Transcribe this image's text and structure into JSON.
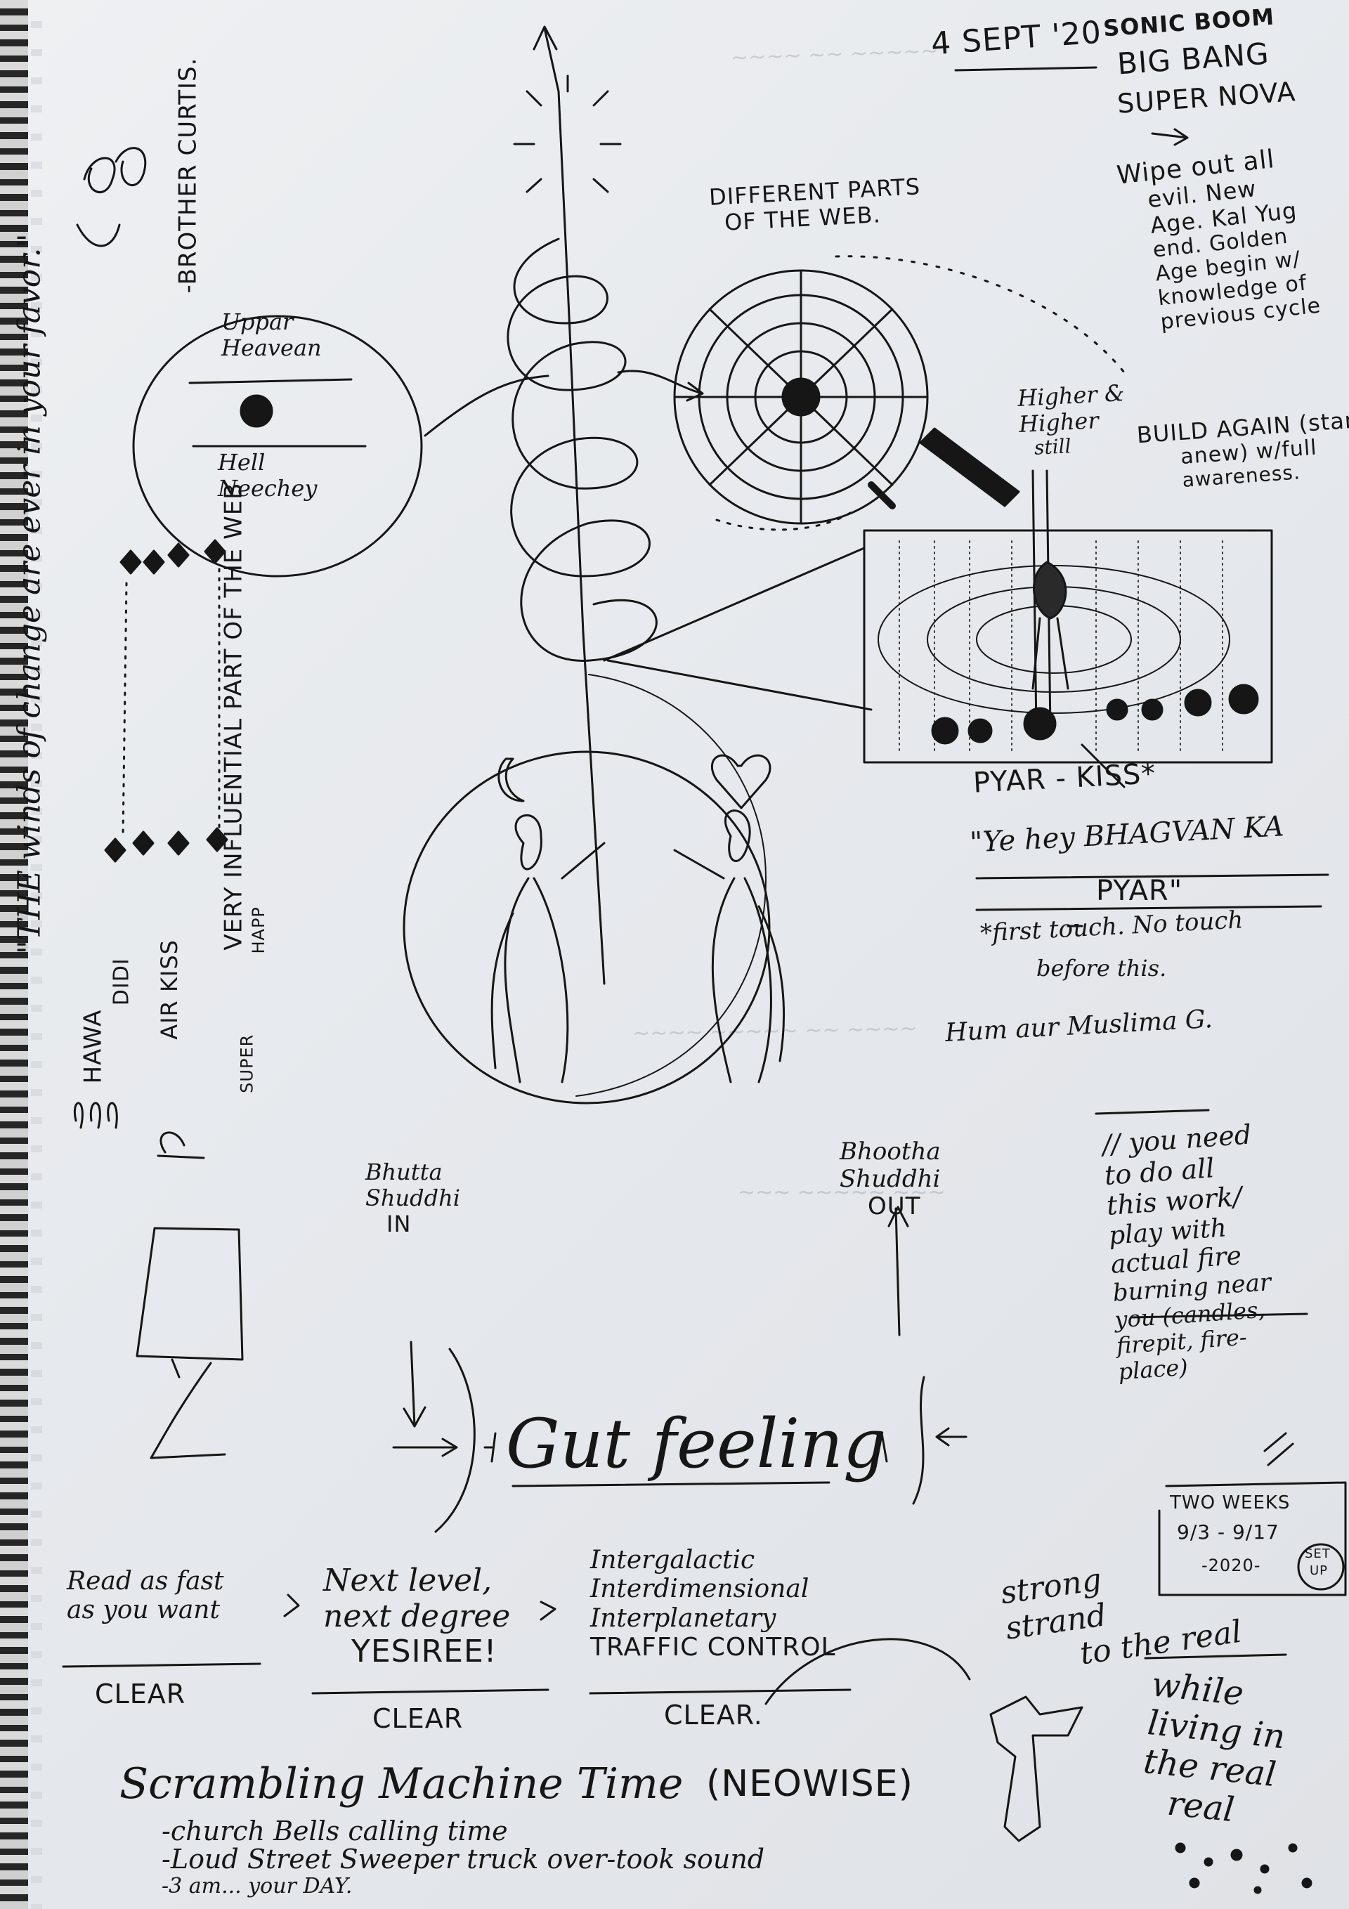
{
  "date": "4 SEPT '20",
  "top_right": {
    "line1": "SONIC BOOM",
    "line2": "BIG BANG",
    "line3": "SUPER NOVA",
    "wipe": [
      "Wipe out all",
      "evil. New",
      "Age. Kal Yug",
      "end. Golden",
      "Age begin w/",
      "knowledge of",
      "previous cycle"
    ],
    "build": [
      "BUILD AGAIN (start",
      "anew) w/full",
      "awareness."
    ]
  },
  "web_label": [
    "DIFFERENT PARTS",
    "OF THE WEB."
  ],
  "higher": [
    "Higher &",
    "Higher",
    "still"
  ],
  "circle_top": [
    "Uppar",
    "Heavean"
  ],
  "circle_bottom": [
    "Hell",
    "Neechey"
  ],
  "vertical_quote": "\"THE winds of change are ever in your favor.\"",
  "brother": "-BROTHER CURTIS.",
  "influential": "VERY INFLUENTIAL PART OF THE WEB",
  "hawa": [
    "HAWA",
    "DIDI"
  ],
  "air_kiss": "AIR KISS",
  "super_happ": [
    "SUPER",
    "HAPP"
  ],
  "pyar": {
    "title": "PYAR - KISS*",
    "quote": "\"Ye hey BHAGVAN KA",
    "quote2": "PYAR\"",
    "first_touch": "*first touch. No touch",
    "before": "before this.",
    "hum": "Hum aur Muslima G."
  },
  "bhutta_in": [
    "Bhutta",
    "Shuddhi",
    "IN"
  ],
  "bhutta_out": [
    "Bhootha",
    "Shuddhi",
    "OUT"
  ],
  "gut": "Gut feeling",
  "fire_note": [
    "// you need",
    "to do all",
    "this work/",
    "play with",
    "actual fire",
    "burning near",
    "you (candles,",
    "firepit, fire-",
    "place)"
  ],
  "two_weeks": [
    "TWO WEEKS",
    "9/3 - 9/17",
    "-2020-"
  ],
  "set_up": [
    "SET",
    "UP"
  ],
  "bottom": {
    "read": [
      "Read as fast",
      "as you want"
    ],
    "clear1": "CLEAR",
    "next": [
      "Next level,",
      "next degree",
      "YESIREE!"
    ],
    "clear2": "CLEAR",
    "inter": [
      "Intergalactic",
      "Interdimensional",
      "Interplanetary",
      "TRAFFIC CONTROL"
    ],
    "clear3": "CLEAR.",
    "strong": [
      "strong",
      "strand",
      "to the real"
    ],
    "while": [
      "while",
      "living in",
      "the real",
      "real"
    ],
    "scrambling": "Scrambling Machine Time",
    "neowise": "(NEOWISE)",
    "church": "-church Bells calling time",
    "loud": "-Loud Street Sweeper truck over-took sound",
    "three": "-3 am... your DAY."
  }
}
